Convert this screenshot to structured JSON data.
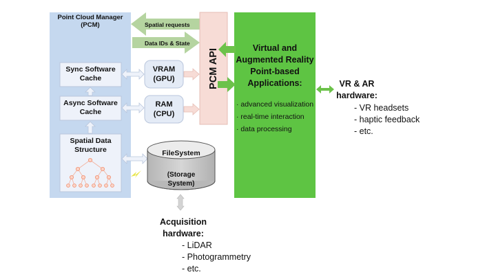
{
  "pcm": {
    "title_line1": "Point Cloud Manager",
    "title_line2": "(PCM)"
  },
  "caches": {
    "sync": [
      "Sync Software",
      "Cache"
    ],
    "async": [
      "Async Software",
      "Cache"
    ],
    "spatial": [
      "Spatial Data",
      "Structure"
    ]
  },
  "memory": {
    "vram": [
      "VRAM",
      "(GPU)"
    ],
    "ram": [
      "RAM",
      "(CPU)"
    ]
  },
  "filesystem": {
    "title": "FileSystem",
    "sub1": "(Storage",
    "sub2": "System)"
  },
  "api": {
    "label": "PCM API"
  },
  "arrows": {
    "spatial_requests": "Spatial requests",
    "data_ids_state": "Data IDs & State"
  },
  "apps": {
    "title": [
      "Virtual and",
      "Augmented Reality",
      "Point-based",
      "Applications:"
    ],
    "items": [
      "· advanced visualization",
      "· real-time interaction",
      "· data processing"
    ]
  },
  "vr_hardware": {
    "title": [
      "VR & AR",
      "hardware:"
    ],
    "items": [
      "- VR headsets",
      "- haptic feedback",
      "- etc."
    ]
  },
  "acq_hardware": {
    "title": [
      "Acquisition",
      "hardware:"
    ],
    "items": [
      "- LiDAR",
      "- Photogrammetry",
      "- etc."
    ]
  },
  "colors": {
    "pcm_bg": "#c5d8ef",
    "api_bg": "#f7dcd6",
    "apps_bg": "#5ec443",
    "arrow_green_light": "#b5d4a0",
    "arrow_green": "#6cc24a",
    "node_orange": "#f08c6c"
  }
}
